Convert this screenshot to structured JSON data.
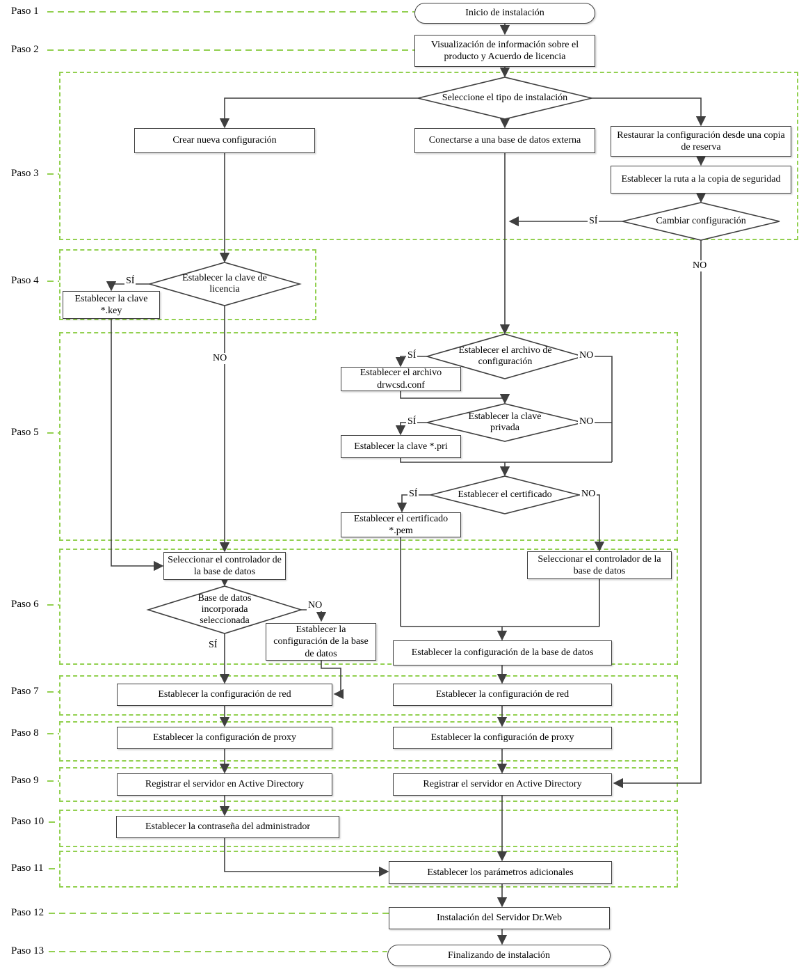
{
  "steps": [
    "Paso 1",
    "Paso 2",
    "Paso 3",
    "Paso 4",
    "Paso 5",
    "Paso 6",
    "Paso 7",
    "Paso 8",
    "Paso 9",
    "Paso 10",
    "Paso 11",
    "Paso 12",
    "Paso 13"
  ],
  "labels": {
    "yes": "SÍ",
    "no": "NO"
  },
  "nodes": {
    "start": "Inicio de instalación",
    "info": "Visualización de información sobre el producto y Acuerdo de licencia",
    "select_type": "Seleccione el tipo de instalación",
    "create_new": "Crear nueva configuración",
    "connect_external": "Conectarse a una base de datos externa",
    "restore_backup": "Restaurar la configuración desde una copia de reserva",
    "backup_path": "Establecer la ruta a la copia de seguridad",
    "change_config": "Cambiar configuración",
    "license_key_q": "Establecer la clave de licencia",
    "license_key_file": "Establecer la clave *.key",
    "config_file_q": "Establecer el archivo de configuración",
    "config_file": "Establecer el archivo drwcsd.conf",
    "private_key_q": "Establecer la clave privada",
    "private_key_file": "Establecer la clave *.pri",
    "certificate_q": "Establecer el certificado",
    "certificate_file": "Establecer el certificado *.pem",
    "select_db_driver": "Seleccionar el controlador de la base de datos",
    "embedded_db_q": "Base de datos incorporada seleccionada",
    "db_config": "Establecer la configuración de la base de datos",
    "network_config": "Establecer la configuración de red",
    "proxy_config": "Establecer la configuración de proxy",
    "register_ad": "Registrar el servidor en Active Directory",
    "admin_password": "Establecer la contraseña del administrador",
    "additional_params": "Establecer los parámetros adicionales",
    "install_server": "Instalación del Servidor Dr.Web",
    "finish": "Finalizando de instalación"
  },
  "colors": {
    "group_outline": "#92d050",
    "connector": "#3f3f3f",
    "node_border": "#3f3f3f",
    "node_fill": "#ffffff",
    "text": "#000000"
  }
}
